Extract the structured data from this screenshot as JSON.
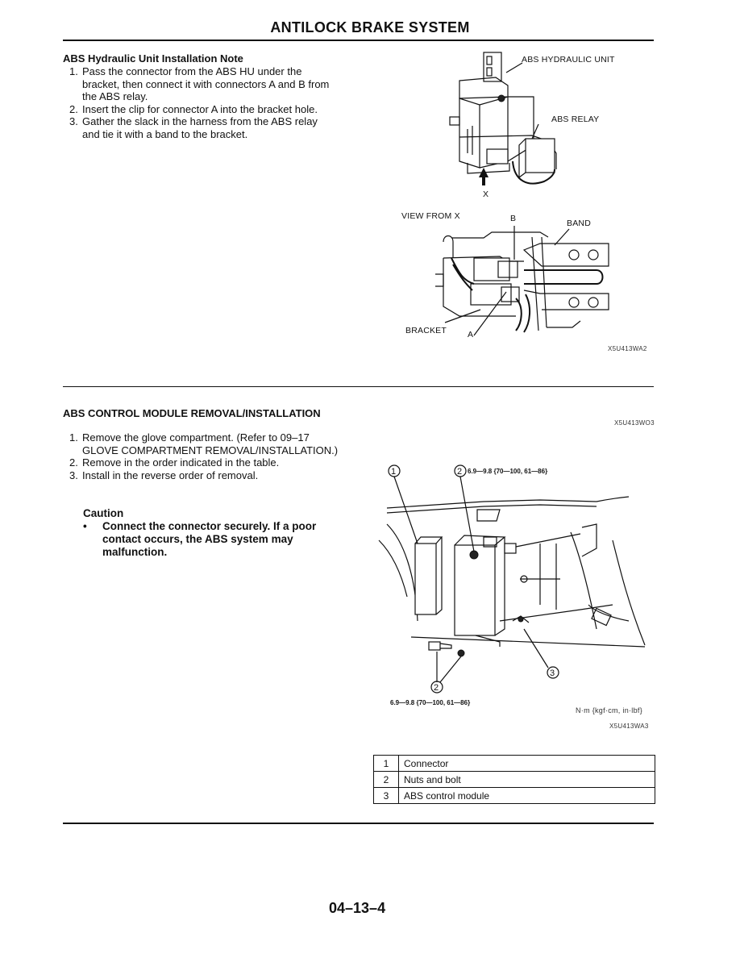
{
  "header": {
    "title": "ANTILOCK BRAKE SYSTEM"
  },
  "hu_note": {
    "heading": "ABS Hydraulic Unit Installation Note",
    "steps": [
      {
        "num": "1.",
        "text": "Pass the connector from the ABS HU under the bracket, then connect it with connectors A and B from the ABS relay."
      },
      {
        "num": "2.",
        "text": "Insert the clip for connector A into the bracket hole."
      },
      {
        "num": "3.",
        "text": "Gather the slack in the harness from the ABS relay and tie it with a band to the bracket."
      }
    ],
    "figure": {
      "label_hu": "ABS HYDRAULIC UNIT",
      "label_relay": "ABS RELAY",
      "label_x": "X",
      "label_view": "VIEW FROM X",
      "label_b": "B",
      "label_band": "BAND",
      "label_bracket": "BRACKET",
      "label_a": "A",
      "code": "X5U413WA2"
    }
  },
  "module_section": {
    "heading": "ABS CONTROL MODULE REMOVAL/INSTALLATION",
    "code_top": "X5U413WO3",
    "steps": [
      {
        "num": "1.",
        "text": "Remove the glove compartment. (Refer to 09–17 GLOVE COMPARTMENT REMOVAL/INSTALLATION.)"
      },
      {
        "num": "2.",
        "text": "Remove in the order indicated in the table."
      },
      {
        "num": "3.",
        "text": "Install in the reverse order of removal."
      }
    ],
    "caution": {
      "title": "Caution",
      "bullet": "•",
      "text": "Connect the connector securely. If a poor contact occurs, the ABS system may malfunction."
    },
    "figure": {
      "callout_1": "1",
      "callout_2": "2",
      "callout_3": "3",
      "torque_top": "6.9—9.8 {70—100, 61—86}",
      "torque_bottom": "6.9—9.8 {70—100, 61—86}",
      "units": "N·m {kgf·cm, in·lbf}",
      "code": "X5U413WA3"
    },
    "table": [
      {
        "num": "1",
        "part": "Connector"
      },
      {
        "num": "2",
        "part": "Nuts and bolt"
      },
      {
        "num": "3",
        "part": "ABS control module"
      }
    ]
  },
  "footer": {
    "page_number": "04–13–4"
  }
}
